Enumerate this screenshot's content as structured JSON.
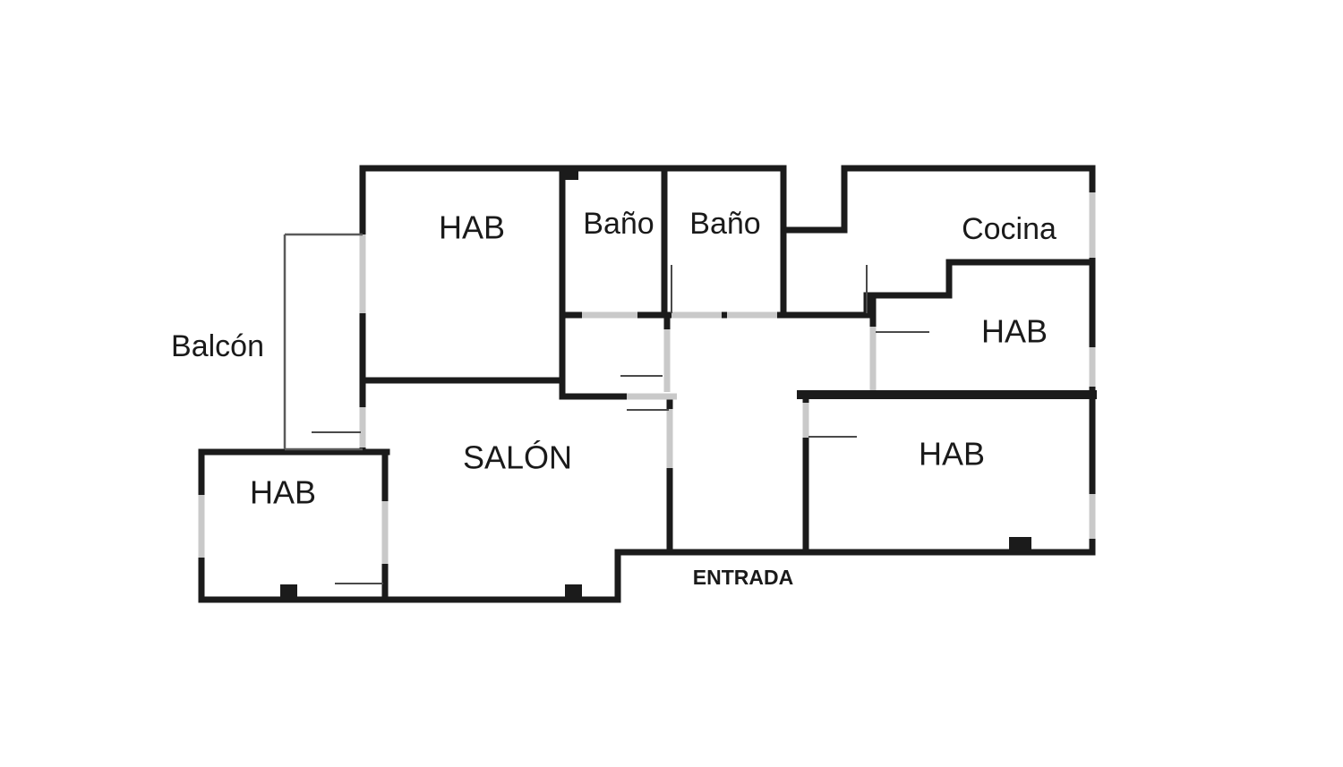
{
  "plan": {
    "type": "apartment-floor-plan",
    "rooms": {
      "hab_top_left": {
        "label": "HAB"
      },
      "bano_left": {
        "label": "Baño"
      },
      "bano_right": {
        "label": "Baño"
      },
      "cocina": {
        "label": "Cocina"
      },
      "hab_mid_right": {
        "label": "HAB"
      },
      "balcon": {
        "label": "Balcón"
      },
      "salon": {
        "label": "SALÓN"
      },
      "hab_bottom_left": {
        "label": "HAB"
      },
      "hab_bottom_right": {
        "label": "HAB"
      },
      "entrada": {
        "label": "ENTRADA"
      }
    }
  },
  "colors": {
    "wall": "#1b1b1b",
    "opening": "#c9c9c9",
    "leaf": "#4a4a4a",
    "balcony": "#5a5a5a",
    "text": "#1a1a1a",
    "background": "#ffffff"
  }
}
